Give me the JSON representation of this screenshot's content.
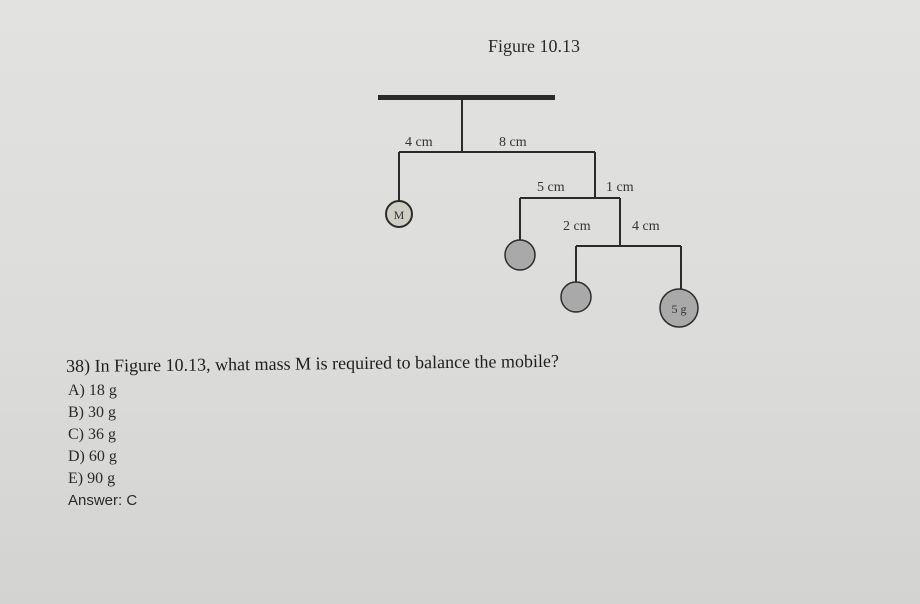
{
  "figure": {
    "title": "Figure 10.13",
    "labels": {
      "top_left_arm": "4 cm",
      "top_right_arm": "8 cm",
      "mid_left_arm": "5 cm",
      "mid_right_arm": "1 cm",
      "low_left_arm": "2 cm",
      "low_right_arm": "4 cm",
      "mass_m": "M",
      "mass_known": "5 g"
    },
    "colors": {
      "line": "#2b2b2b",
      "mass_fill": "#a9a9a9",
      "mass_m_fill": "#cfcfc6"
    }
  },
  "question": {
    "text": "38) In Figure 10.13, what mass M is required to balance the mobile?",
    "options": [
      "A) 18 g",
      "B) 30 g",
      "C) 36 g",
      "D) 60 g",
      "E) 90 g"
    ],
    "answer": "Answer:  C"
  }
}
